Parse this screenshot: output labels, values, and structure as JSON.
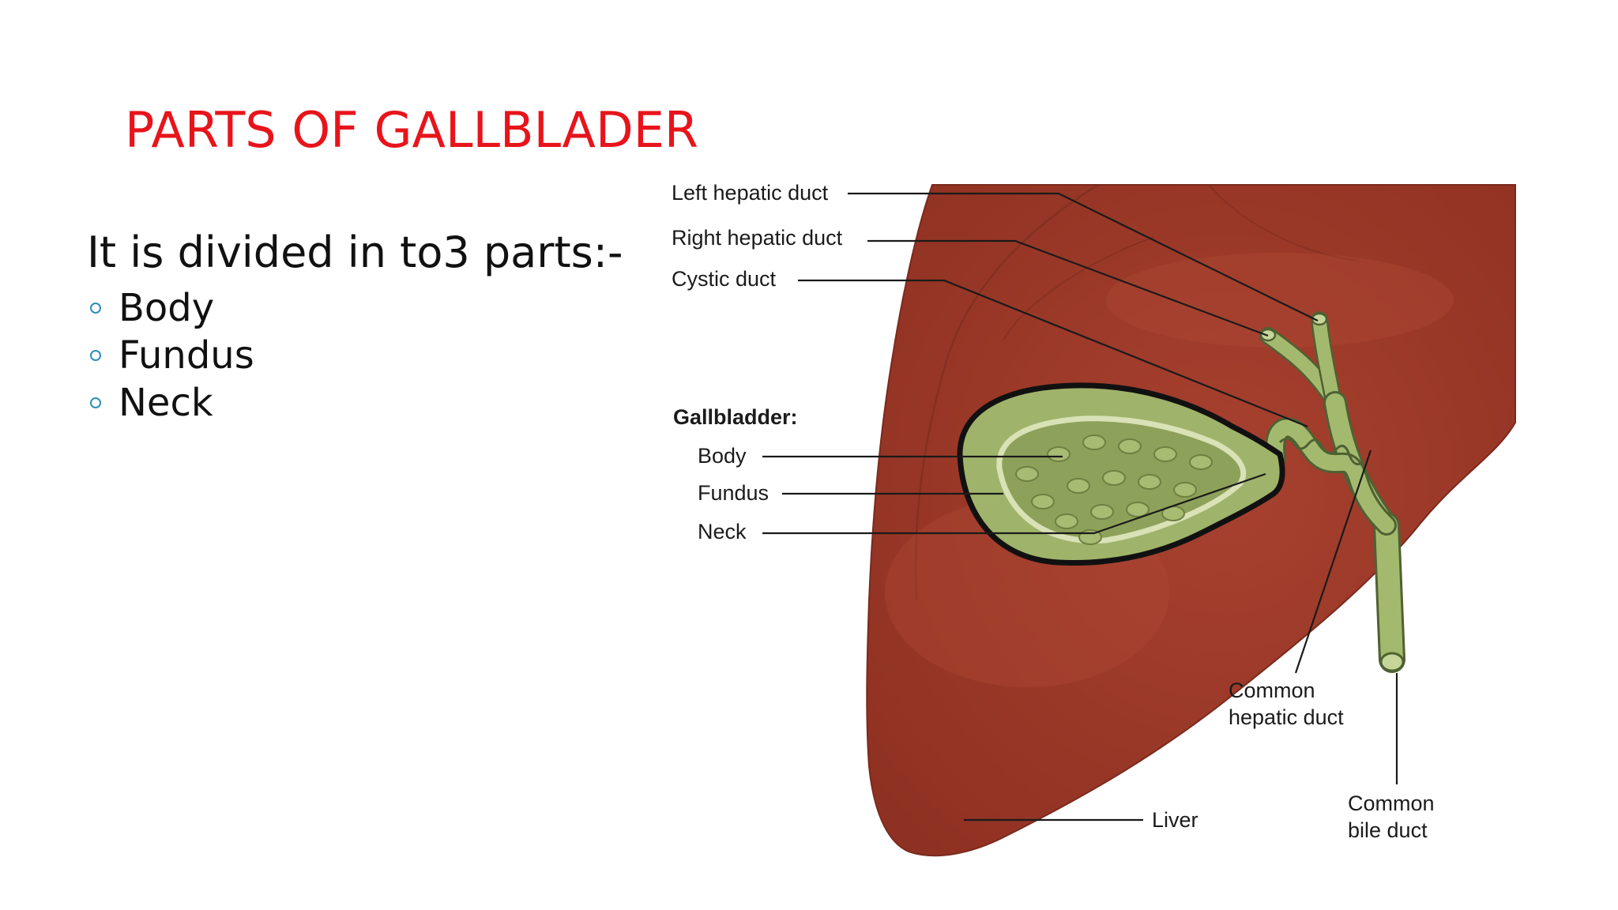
{
  "slide": {
    "title": "PARTS OF GALLBLADER",
    "intro": "It is divided in to3 parts:-",
    "bullets": [
      "Body",
      "Fundus",
      "Neck"
    ]
  },
  "diagram": {
    "labels": {
      "left_hepatic_duct": "Left hepatic duct",
      "right_hepatic_duct": "Right hepatic duct",
      "cystic_duct": "Cystic duct",
      "gallbladder_heading": "Gallbladder:",
      "body": "Body",
      "fundus": "Fundus",
      "neck": "Neck",
      "common_hepatic_duct_line1": "Common",
      "common_hepatic_duct_line2": "hepatic duct",
      "liver": "Liver",
      "common_bile_duct_line1": "Common",
      "common_bile_duct_line2": "bile duct"
    },
    "colors": {
      "title": "#e8141b",
      "liver": "#a23b2c",
      "gallbladder": "#a8bb72",
      "duct": "#9db46b",
      "bullet": "#2d8fb4"
    }
  }
}
